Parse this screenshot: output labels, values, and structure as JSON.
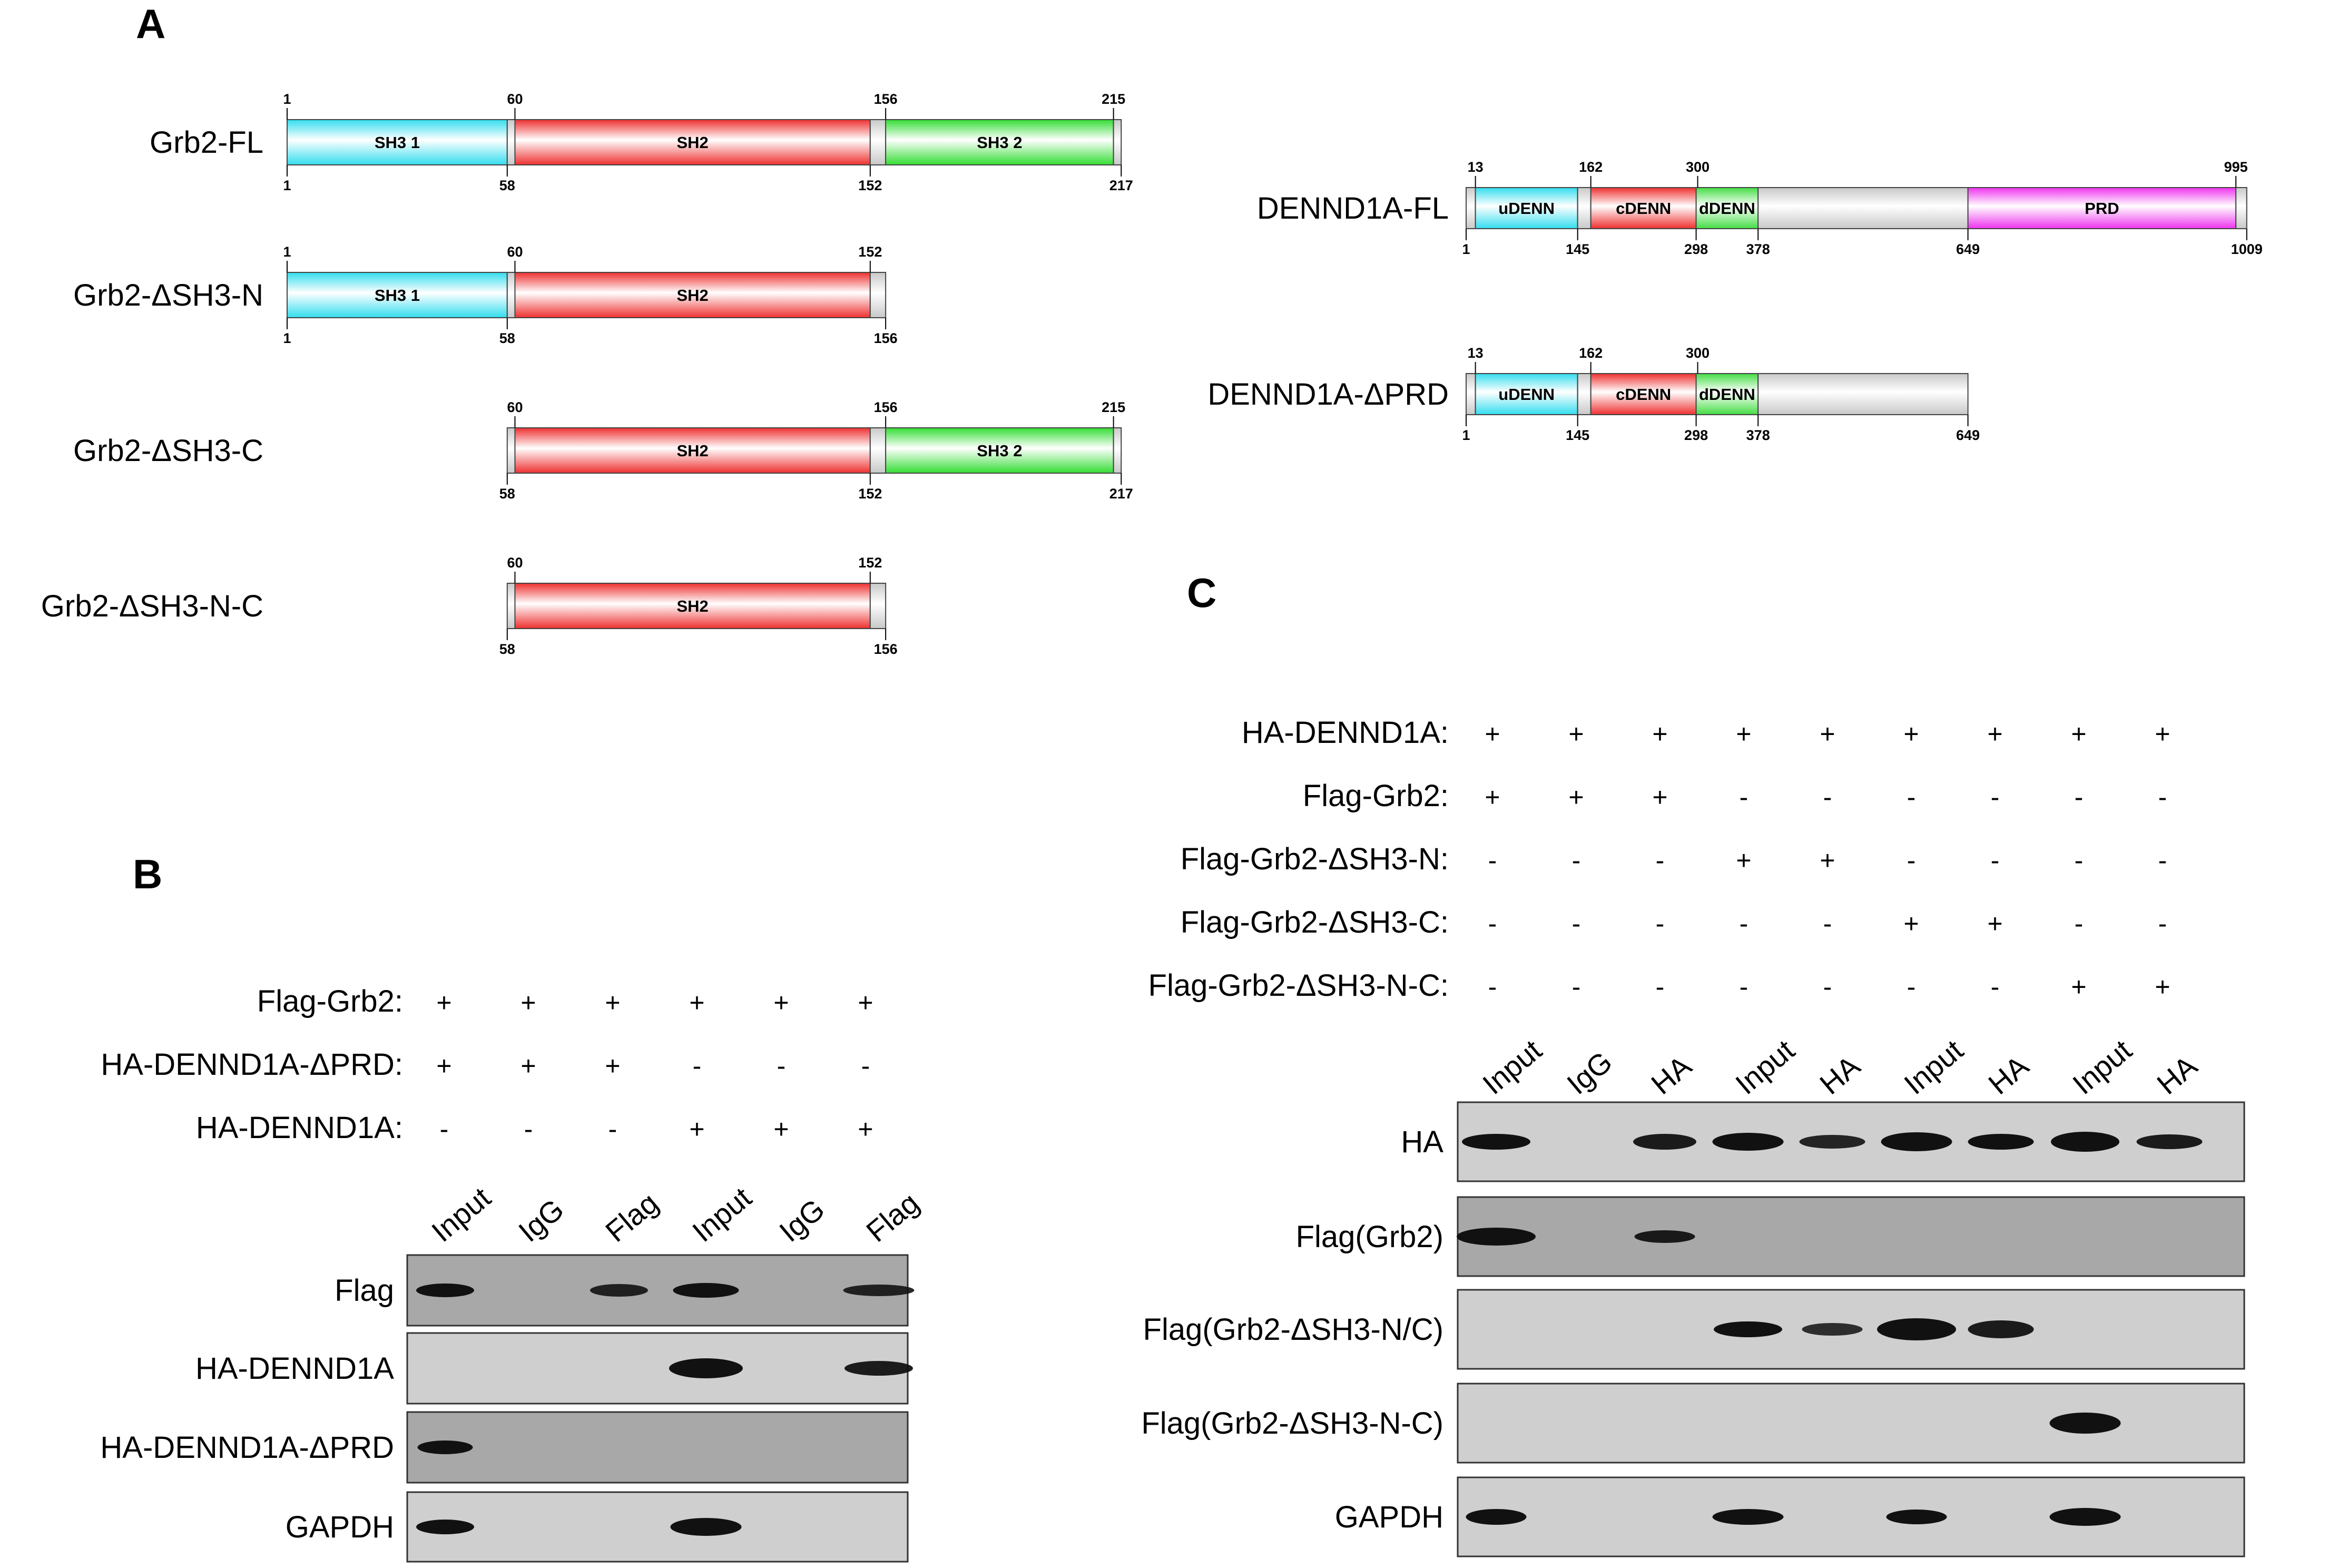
{
  "panels": {
    "a": "A",
    "b": "B",
    "c": "C"
  },
  "colors": {
    "sh3": "#33ddee",
    "sh2": "#ee3030",
    "sh3b": "#33dd33",
    "dom_green": "#44dd44",
    "linker": "#c8c8c8",
    "prd": "#ee33ee",
    "blot_light": "#cfcfcf",
    "blot_dark": "#a8a8a8",
    "band": "#111111"
  },
  "grb2_constructs": [
    {
      "name": "Grb2-FL",
      "top_ticks": [
        "1",
        "60",
        "156",
        "215"
      ],
      "bottom_ticks": [
        "1",
        "58",
        "152",
        "217"
      ],
      "domains": [
        {
          "label": "SH3 1",
          "color": "sh3"
        },
        {
          "label": "SH2",
          "color": "sh2"
        },
        {
          "label": "SH3 2",
          "color": "sh3b"
        }
      ]
    },
    {
      "name": "Grb2-ΔSH3-N",
      "top_ticks": [
        "1",
        "60",
        "152"
      ],
      "bottom_ticks": [
        "1",
        "58",
        "156"
      ],
      "domains": [
        {
          "label": "SH3 1",
          "color": "sh3"
        },
        {
          "label": "SH2",
          "color": "sh2"
        }
      ]
    },
    {
      "name": "Grb2-ΔSH3-C",
      "top_ticks": [
        "60",
        "156",
        "215"
      ],
      "bottom_ticks": [
        "58",
        "152",
        "217"
      ],
      "domains": [
        {
          "label": "SH2",
          "color": "sh2"
        },
        {
          "label": "SH3 2",
          "color": "sh3b"
        }
      ]
    },
    {
      "name": "Grb2-ΔSH3-N-C",
      "top_ticks": [
        "60",
        "152"
      ],
      "bottom_ticks": [
        "58",
        "156"
      ],
      "domains": [
        {
          "label": "SH2",
          "color": "sh2"
        }
      ]
    }
  ],
  "dennd_constructs": [
    {
      "name": "DENND1A-FL",
      "top_ticks": [
        "13",
        "162",
        "300",
        "995"
      ],
      "bottom_ticks": [
        "1",
        "145",
        "298",
        "378",
        "649",
        "1009"
      ],
      "domains": [
        {
          "label": "uDENN",
          "color": "sh3"
        },
        {
          "label": "cDENN",
          "color": "sh2"
        },
        {
          "label": "dDENN",
          "color": "dom_green"
        },
        {
          "label": "PRD",
          "color": "prd"
        }
      ]
    },
    {
      "name": "DENND1A-ΔPRD",
      "top_ticks": [
        "13",
        "162",
        "300"
      ],
      "bottom_ticks": [
        "1",
        "145",
        "298",
        "378",
        "649"
      ],
      "domains": [
        {
          "label": "uDENN",
          "color": "sh3"
        },
        {
          "label": "cDENN",
          "color": "sh2"
        },
        {
          "label": "dDENN",
          "color": "dom_green"
        }
      ]
    }
  ],
  "blot_b": {
    "conditions": [
      {
        "label": "Flag-Grb2:",
        "signs": [
          "+",
          "+",
          "+",
          "+",
          "+",
          "+"
        ]
      },
      {
        "label": "HA-DENND1A-ΔPRD:",
        "signs": [
          "+",
          "+",
          "+",
          "-",
          "-",
          "-"
        ]
      },
      {
        "label": "HA-DENND1A:",
        "signs": [
          "-",
          "-",
          "-",
          "+",
          "+",
          "+"
        ]
      }
    ],
    "lanes": [
      "Input",
      "IgG",
      "Flag",
      "Input",
      "IgG",
      "Flag"
    ],
    "rows": [
      "Flag",
      "HA-DENND1A",
      "HA-DENND1A-ΔPRD",
      "GAPDH"
    ]
  },
  "blot_c": {
    "conditions": [
      {
        "label": "HA-DENND1A:",
        "signs": [
          "+",
          "+",
          "+",
          "+",
          "+",
          "+",
          "+",
          "+",
          "+"
        ]
      },
      {
        "label": "Flag-Grb2:",
        "signs": [
          "+",
          "+",
          "+",
          "-",
          "-",
          "-",
          "-",
          "-",
          "-"
        ]
      },
      {
        "label": "Flag-Grb2-ΔSH3-N:",
        "signs": [
          "-",
          "-",
          "-",
          "+",
          "+",
          "-",
          "-",
          "-",
          "-"
        ]
      },
      {
        "label": "Flag-Grb2-ΔSH3-C:",
        "signs": [
          "-",
          "-",
          "-",
          "-",
          "-",
          "+",
          "+",
          "-",
          "-"
        ]
      },
      {
        "label": "Flag-Grb2-ΔSH3-N-C:",
        "signs": [
          "-",
          "-",
          "-",
          "-",
          "-",
          "-",
          "-",
          "+",
          "+"
        ]
      }
    ],
    "lanes": [
      "Input",
      "IgG",
      "HA",
      "Input",
      "HA",
      "Input",
      "HA",
      "Input",
      "HA"
    ],
    "rows": [
      "HA",
      "Flag(Grb2)",
      "Flag(Grb2-ΔSH3-N/C)",
      "Flag(Grb2-ΔSH3-N-C)",
      "GAPDH"
    ]
  }
}
